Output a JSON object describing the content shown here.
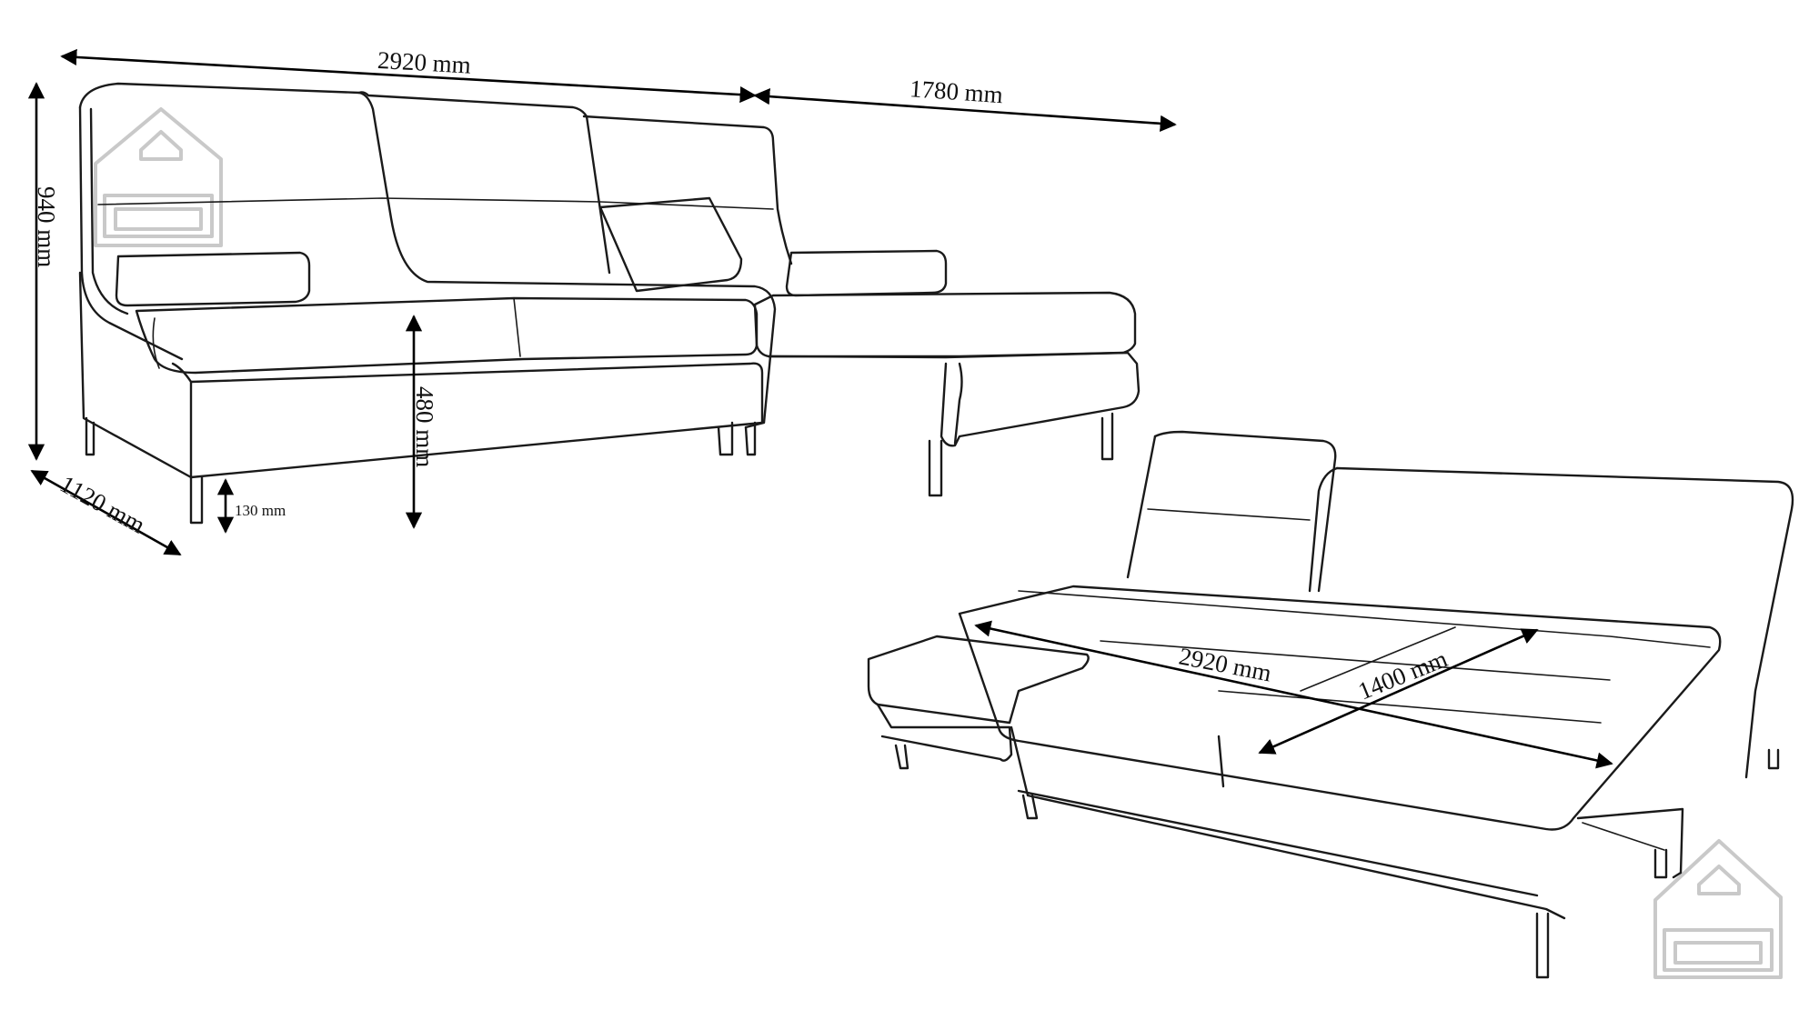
{
  "colors": {
    "line": "#1a1a1a",
    "dimension": "#000000",
    "watermark": "#c9c9c9",
    "background": "#ffffff"
  },
  "dimensions": {
    "total_width": "2920 mm",
    "chaise_length": "1780 mm",
    "height": "940 mm",
    "depth": "1120 mm",
    "seat_height": "480 mm",
    "leg_height": "130 mm",
    "bed_length": "2920 mm",
    "bed_width": "1400 mm"
  },
  "icons": {
    "watermark": "house-sofa-logo-icon"
  }
}
